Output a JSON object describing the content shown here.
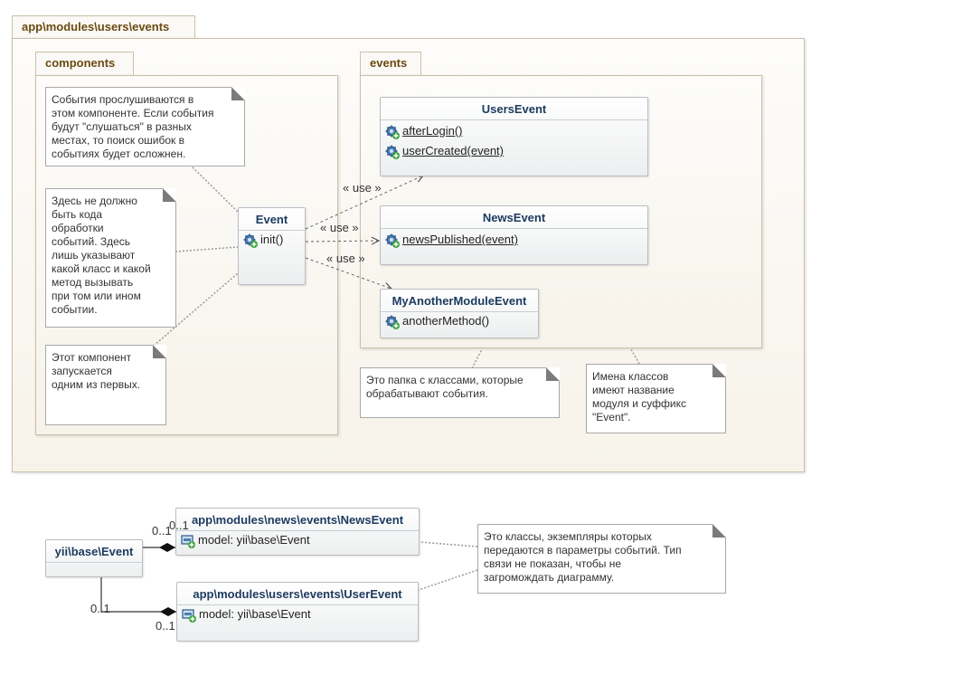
{
  "outer_package": {
    "name": "app\\modules\\users\\events"
  },
  "components_package": {
    "name": "components"
  },
  "events_package": {
    "name": "events"
  },
  "classes": {
    "event": {
      "name": "Event",
      "methods": [
        "init()"
      ]
    },
    "users_event": {
      "name": "UsersEvent",
      "methods": [
        "afterLogin()",
        "userCreated(event)"
      ]
    },
    "news_event": {
      "name": "NewsEvent",
      "methods": [
        "newsPublished(event)"
      ]
    },
    "another_event": {
      "name": "MyAnotherModuleEvent",
      "methods": [
        "anotherMethod()"
      ]
    },
    "yii_event": {
      "name": "yii\\base\\Event"
    },
    "news_full": {
      "name": "app\\modules\\news\\events\\NewsEvent",
      "attribute": "model: yii\\base\\Event"
    },
    "user_full": {
      "name": "app\\modules\\users\\events\\UserEvent",
      "attribute": "model: yii\\base\\Event"
    }
  },
  "relations": {
    "use_label": "« use »",
    "mult_news_top": "0..1",
    "mult_news_bottom": "0..1",
    "mult_user_left": "0..1",
    "mult_user_right": "0..1"
  },
  "notes": {
    "note1": "События прослушиваются в\nэтом компоненте. Если события\nбудут \"слушаться\" в разных\nместах, то поиск ошибок в\nсобытиях будет осложнен.",
    "note2": "Здесь не должно\nбыть кода\nобработки\nсобытий. Здесь\nлишь указывают\nкакой класс и какой\nметод вызывать\nпри том или ином\nсобытии.",
    "note3": "Этот компонент\nзапускается\nодним из первых.",
    "note4": "Это папка с классами, которые\nобрабатывают события.",
    "note5": "Имена классов\nимеют название\nмодуля и суффикс\n\"Event\".",
    "note6": "Это классы, экземпляры которых\nпередаются в параметры событий. Тип\nсвязи не показан, чтобы не\nзагромождать диаграмму."
  },
  "icons": {
    "method": "gear-plus-icon",
    "attribute": "field-plus-icon",
    "note_corner": "folded-corner-icon"
  },
  "colors": {
    "package_title": "#6b4a12",
    "class_title": "#1c3a5e",
    "package_border": "#cbbfa8"
  }
}
